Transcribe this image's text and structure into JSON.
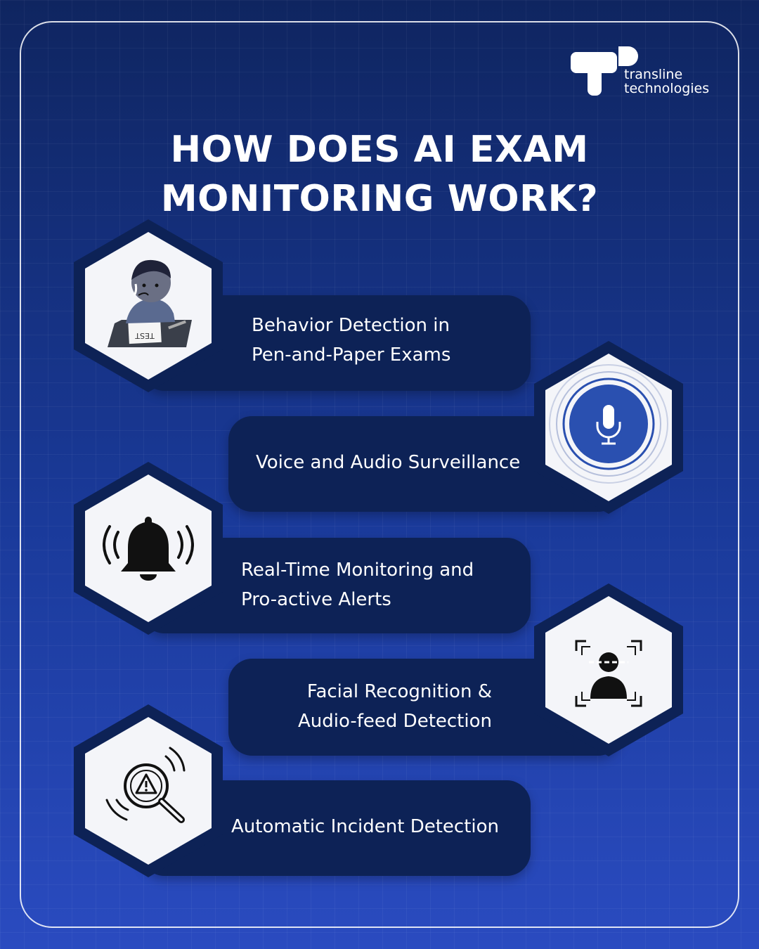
{
  "brand": {
    "name_line1": "transline",
    "name_line2": "technologies"
  },
  "title": {
    "line1": "HOW DOES AI EXAM",
    "line2": "MONITORING WORK?"
  },
  "colors": {
    "accent_dark": "#0d2256",
    "icon_blue": "#2a50b0",
    "hex_fill": "#f4f5f9"
  },
  "steps": [
    {
      "icon": "student-exam-icon",
      "line1": "Behavior Detection in",
      "line2": "Pen-and-Paper Exams"
    },
    {
      "icon": "microphone-icon",
      "line1": "Voice and Audio Surveillance",
      "line2": ""
    },
    {
      "icon": "bell-alert-icon",
      "line1": "Real-Time Monitoring and",
      "line2": "Pro-active Alerts"
    },
    {
      "icon": "face-scan-icon",
      "line1": "Facial Recognition &",
      "line2": "Audio-feed Detection"
    },
    {
      "icon": "incident-search-icon",
      "line1": "Automatic Incident Detection",
      "line2": ""
    }
  ]
}
